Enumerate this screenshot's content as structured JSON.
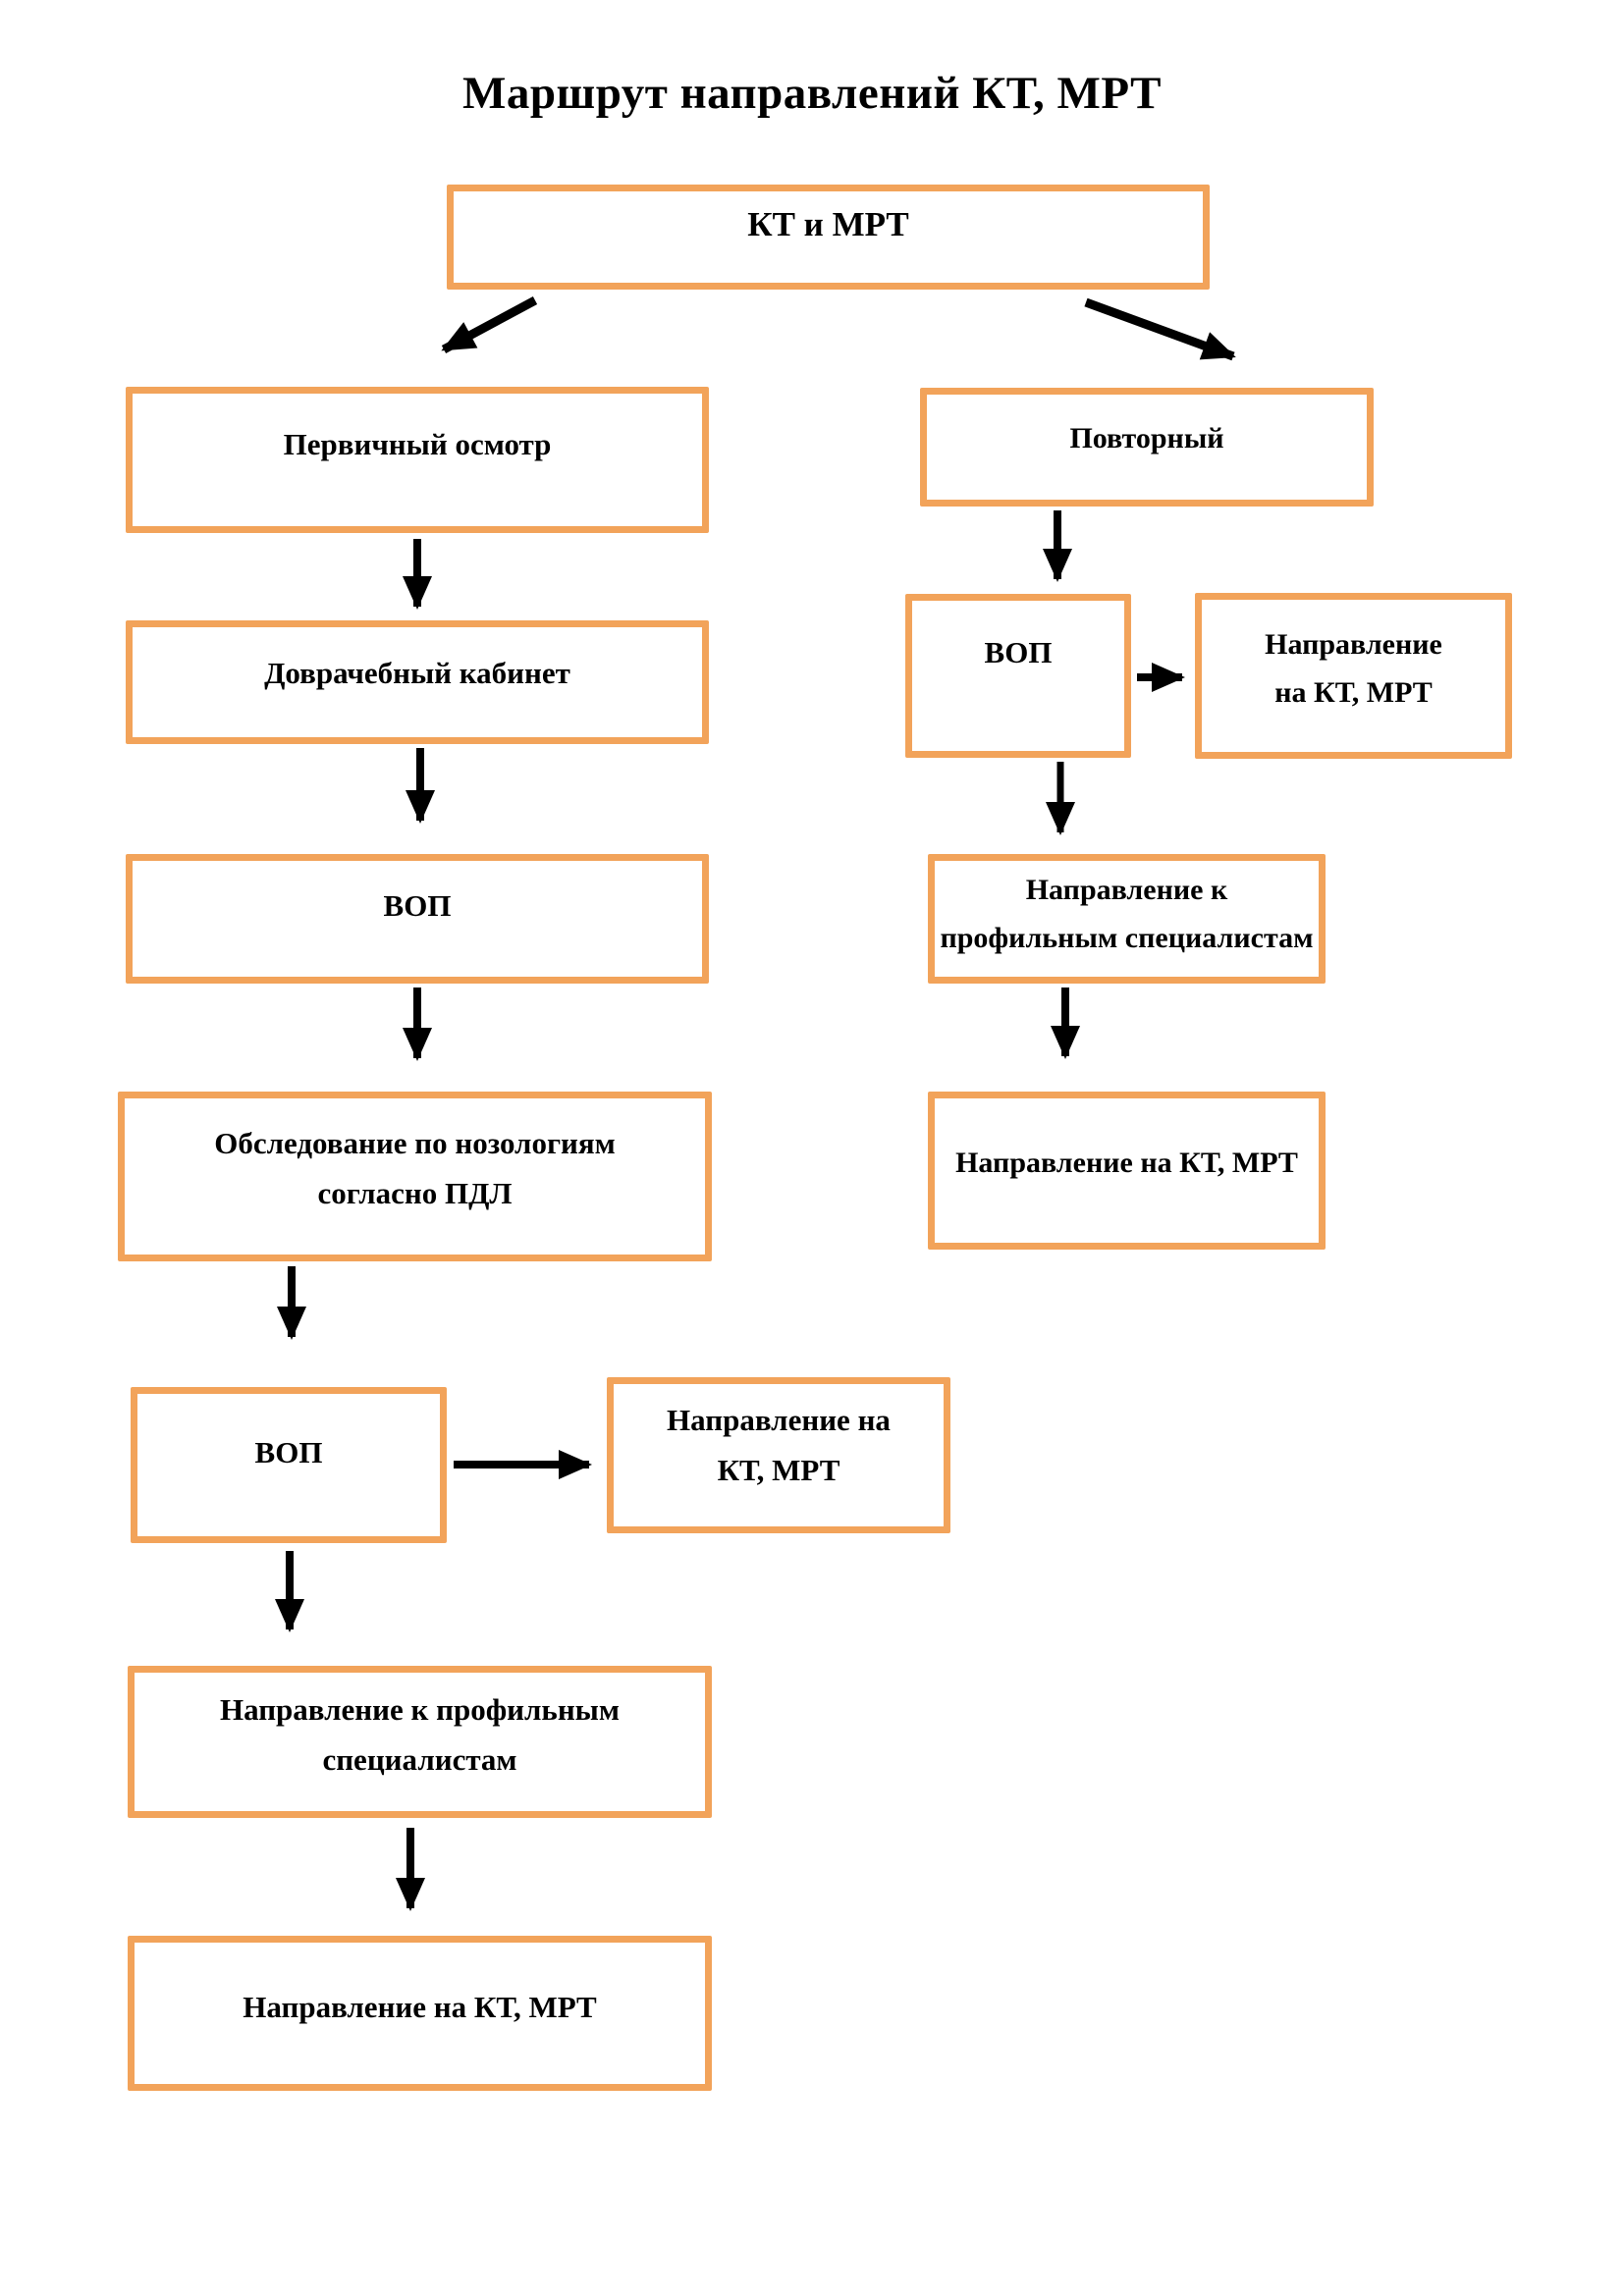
{
  "title": "Маршрут направлений КТ, МРТ",
  "accent_color": "#F2A35A",
  "arrow_color": "#000000",
  "nodes": {
    "root": "КТ и МРТ",
    "left_primary": "Первичный осмотр",
    "left_prenurse": "Доврачебный кабинет",
    "left_vop1": "ВОП",
    "left_nosology": "Обследование по нозологиям\nсогласно ПДЛ",
    "left_vop2": "ВОП",
    "left_referral_side": "Направление на\nКТ, МРТ",
    "left_specialists": "Направление к профильным\nспециалистам",
    "left_referral_final": "Направление на КТ, МРТ",
    "right_repeat": "Повторный",
    "right_vop": "ВОП",
    "right_referral_side": "Направление\nна КТ, МРТ",
    "right_specialists": "Направление к\nпрофильным специалистам",
    "right_referral_final": "Направление на КТ, МРТ"
  }
}
